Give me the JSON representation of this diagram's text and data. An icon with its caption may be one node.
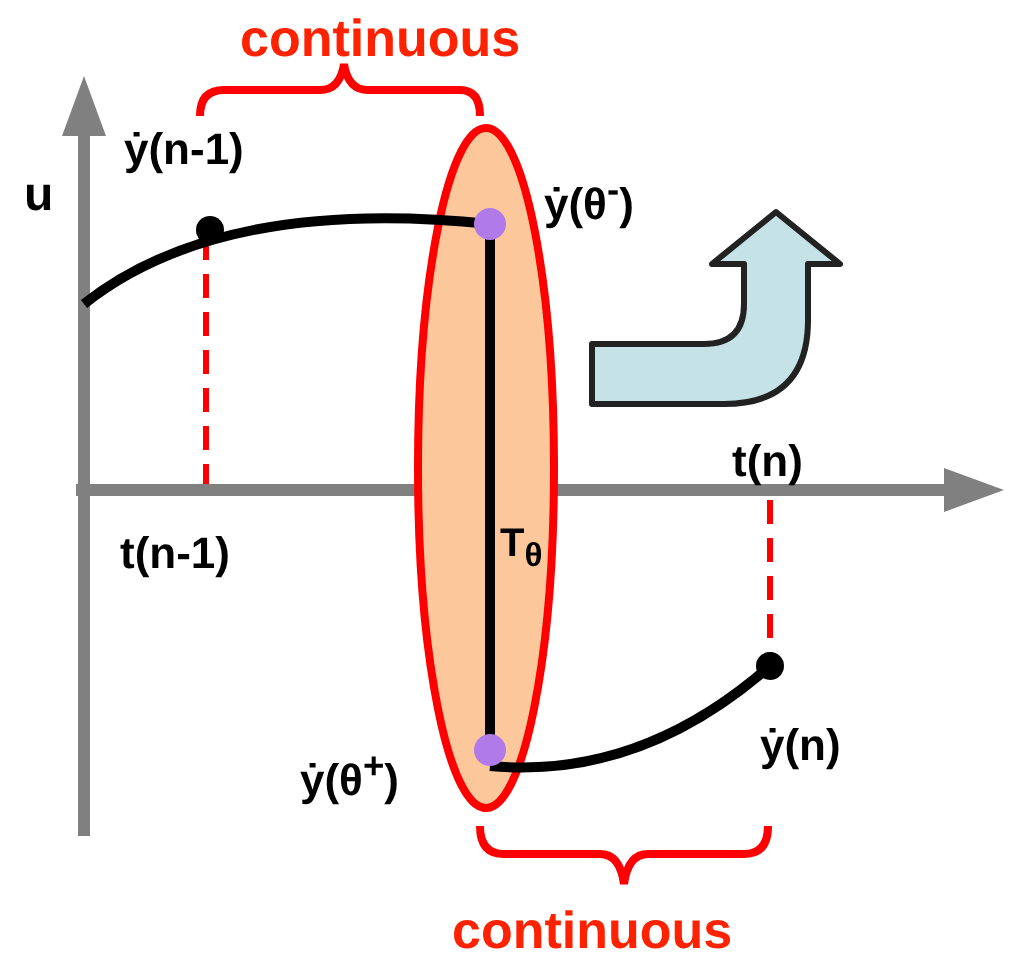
{
  "diagram": {
    "labels": [
      "continuous",
      "u",
      "ẏ(n-1)",
      "ẏ(θ$^{-}$)",
      "t(n-1)",
      "T$_{θ}$",
      "t(n)",
      "ẏ(θ$^{+}$)",
      "ẏ(n)",
      "continuous"
    ]
  }
}
